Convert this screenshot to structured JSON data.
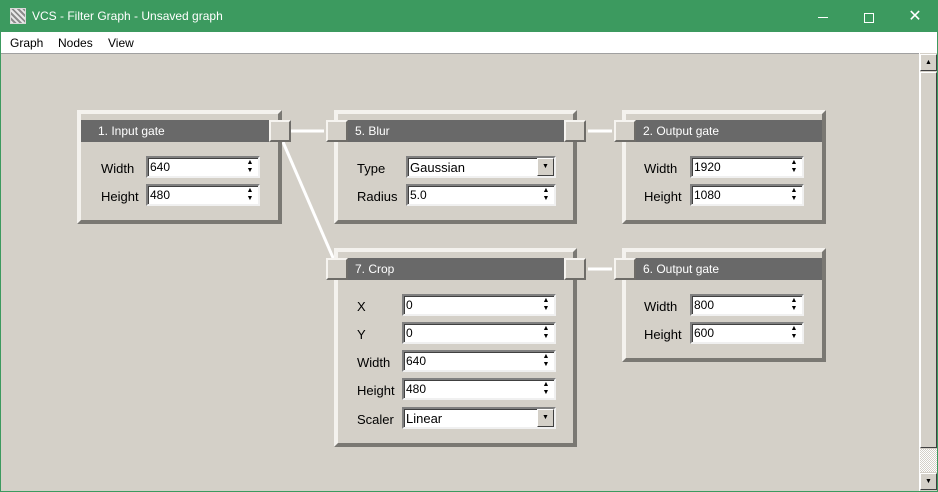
{
  "window": {
    "title": "VCS - Filter Graph - Unsaved graph",
    "accent": "#3c9a5f",
    "min_icon": "minimize-icon",
    "max_icon": "maximize-icon",
    "close_icon": "close-icon",
    "close_glyph": "✕"
  },
  "menubar": {
    "items": [
      "Graph",
      "Nodes",
      "View"
    ]
  },
  "glyphs": {
    "up": "▲",
    "down": "▼"
  },
  "nodes": {
    "input_gate": {
      "title": "1. Input gate",
      "fields": [
        {
          "label": "Width",
          "value": "640"
        },
        {
          "label": "Height",
          "value": "480"
        }
      ]
    },
    "blur": {
      "title": "5. Blur",
      "type_label": "Type",
      "type_value": "Gaussian",
      "radius_label": "Radius",
      "radius_value": "5.0"
    },
    "output_gate_2": {
      "title": "2. Output gate",
      "fields": [
        {
          "label": "Width",
          "value": "1920"
        },
        {
          "label": "Height",
          "value": "1080"
        }
      ]
    },
    "crop": {
      "title": "7. Crop",
      "fields": [
        {
          "label": "X",
          "value": "0"
        },
        {
          "label": "Y",
          "value": "0"
        },
        {
          "label": "Width",
          "value": "640"
        },
        {
          "label": "Height",
          "value": "480"
        }
      ],
      "scaler_label": "Scaler",
      "scaler_value": "Linear"
    },
    "output_gate_6": {
      "title": "6. Output gate",
      "fields": [
        {
          "label": "Width",
          "value": "800"
        },
        {
          "label": "Height",
          "value": "600"
        }
      ]
    }
  }
}
